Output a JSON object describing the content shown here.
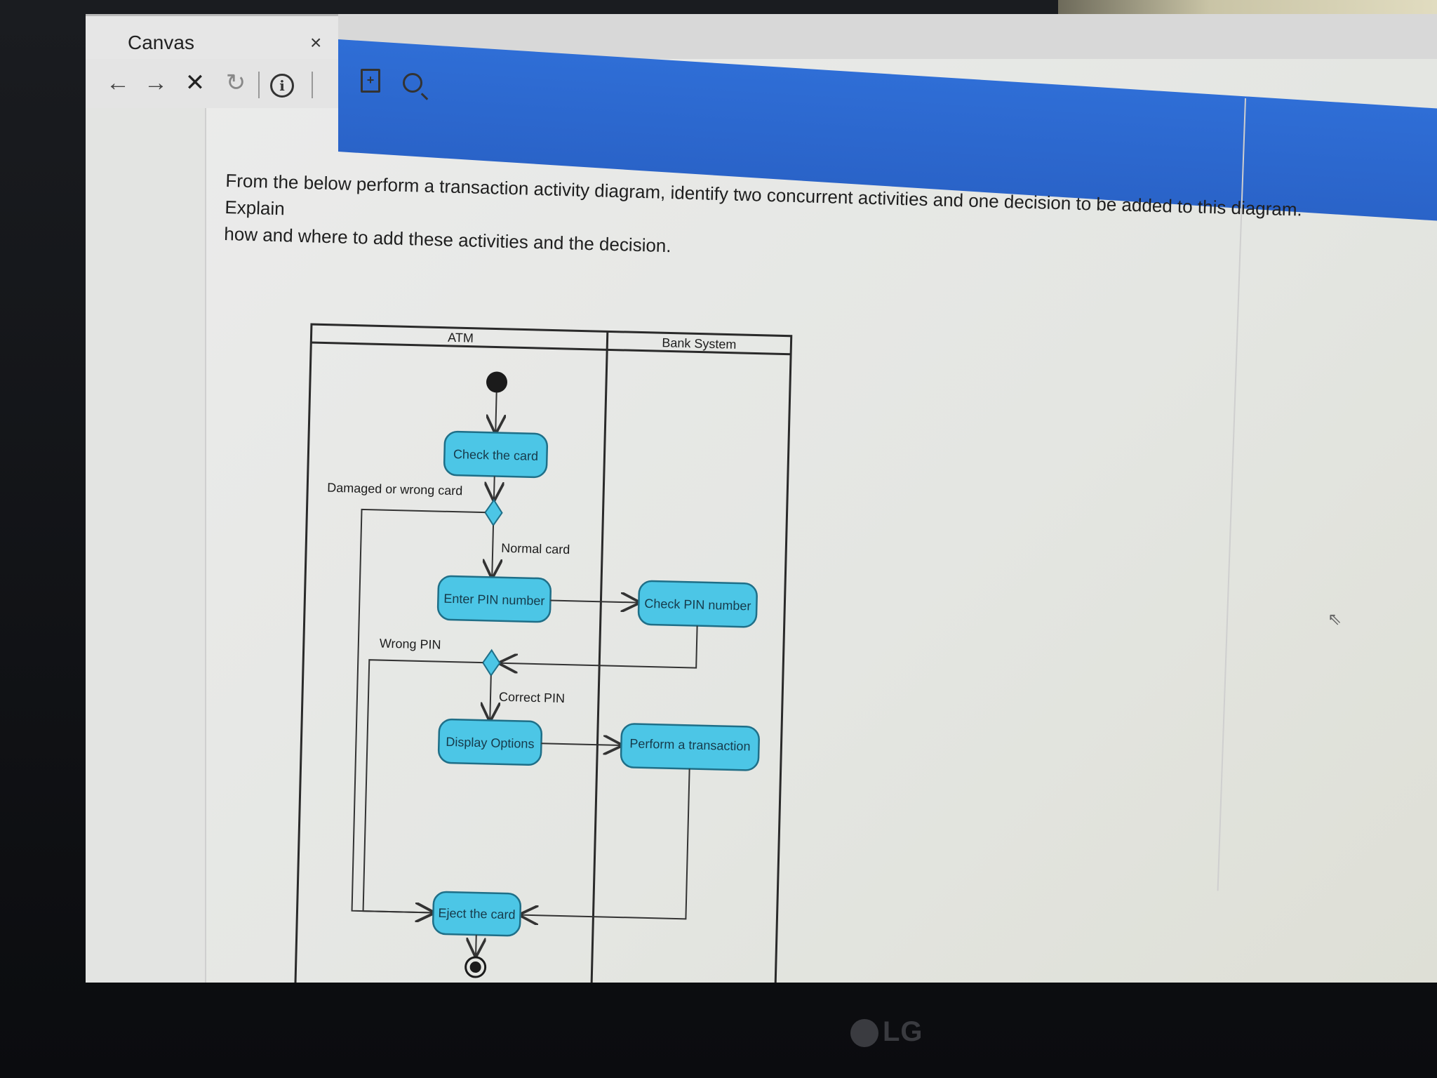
{
  "browser": {
    "tab_title": "Canvas",
    "tab_close": "×",
    "back": "←",
    "forward": "→",
    "stop": "✕",
    "reload": "↻",
    "info": "i",
    "doc": "+"
  },
  "question": {
    "line1": "From the below perform a transaction activity diagram, identify two concurrent activities and one decision to be added to this diagram. Explain",
    "line2": "how and where to add these activities and the decision."
  },
  "diagram": {
    "lanes": [
      "ATM",
      "Bank System"
    ],
    "activities": {
      "check_card": "Check the card",
      "enter_pin": "Enter PIN number",
      "check_pin": "Check PIN number",
      "display_options": "Display Options",
      "perform_transaction": "Perform a transaction",
      "eject_card": "Eject the card"
    },
    "guards": {
      "damaged": "Damaged or wrong card",
      "normal": "Normal card",
      "wrong_pin": "Wrong PIN",
      "correct_pin": "Correct PIN"
    },
    "colors": {
      "activity_fill": "#4cc6e6",
      "activity_stroke": "#1f6f88",
      "decision_fill": "#4cc6e6",
      "line": "#333333"
    }
  },
  "monitor": {
    "brand": "LG"
  }
}
